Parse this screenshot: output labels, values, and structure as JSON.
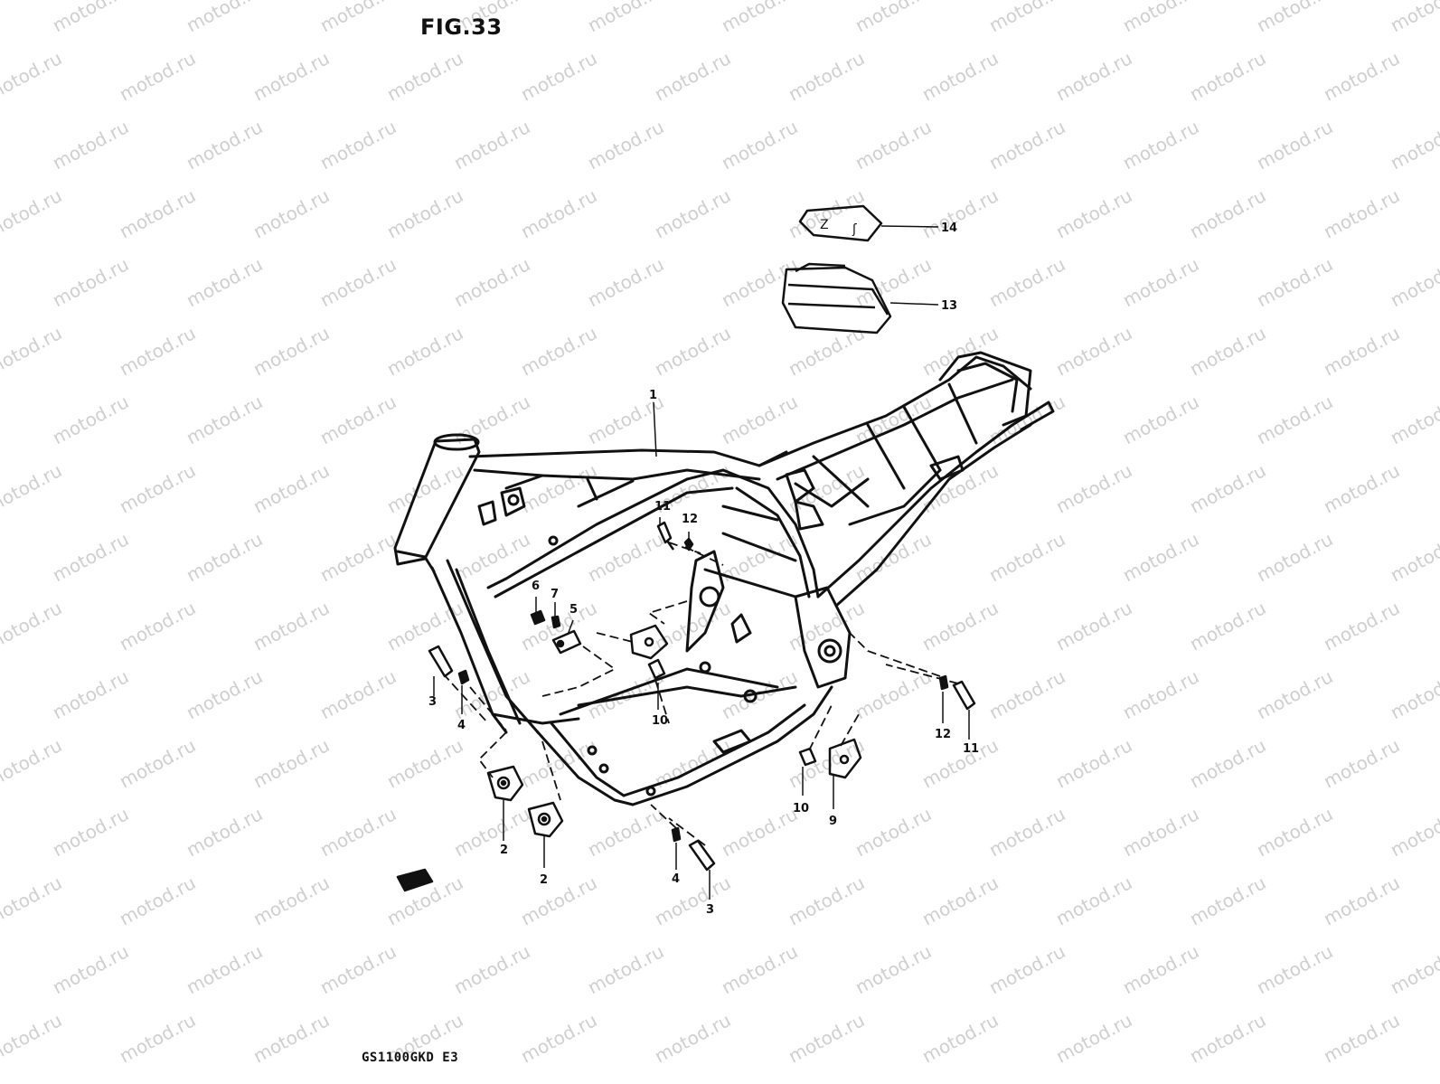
{
  "figure": {
    "title": "FIG.33",
    "model_code": "GS1100GKD  E3"
  },
  "watermark": {
    "text": "motod.ru",
    "color": "#cfcfcf"
  },
  "line_color": "#111111",
  "callouts": [
    {
      "id": "c1",
      "label": "1"
    },
    {
      "id": "c2a",
      "label": "2"
    },
    {
      "id": "c2b",
      "label": "2"
    },
    {
      "id": "c3a",
      "label": "3"
    },
    {
      "id": "c3b",
      "label": "3"
    },
    {
      "id": "c4a",
      "label": "4"
    },
    {
      "id": "c4b",
      "label": "4"
    },
    {
      "id": "c5",
      "label": "5"
    },
    {
      "id": "c6",
      "label": "6"
    },
    {
      "id": "c7",
      "label": "7"
    },
    {
      "id": "c9",
      "label": "9"
    },
    {
      "id": "c10a",
      "label": "10"
    },
    {
      "id": "c10b",
      "label": "10"
    },
    {
      "id": "c11a",
      "label": "11"
    },
    {
      "id": "c11b",
      "label": "11"
    },
    {
      "id": "c12a",
      "label": "12"
    },
    {
      "id": "c12b",
      "label": "12"
    },
    {
      "id": "c13",
      "label": "13"
    },
    {
      "id": "c14",
      "label": "14"
    }
  ]
}
